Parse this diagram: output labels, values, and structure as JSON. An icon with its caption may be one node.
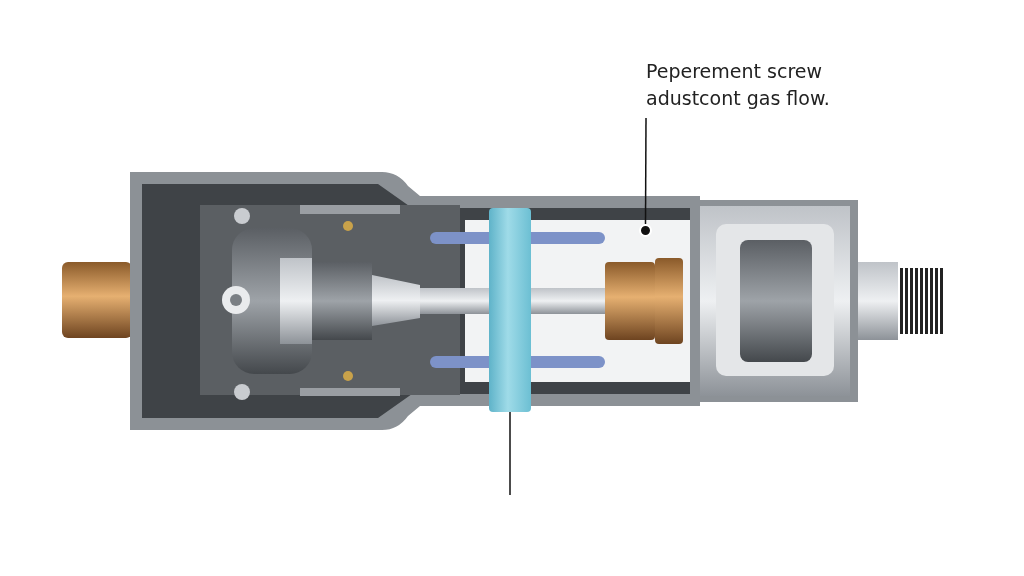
{
  "diagram": {
    "nodes": [
      {
        "text": [
          "Peperement screw adustcont gas flow."
        ]
      },
      {
        "text": [],
        "shape": "circle"
      },
      {
        "text": [],
        "shape": "bar"
      }
    ],
    "edges": [
      {
        "from": 0,
        "to": 1,
        "arrow": "none"
      },
      {
        "from": 2,
        "to": null,
        "arrow": "none"
      }
    ]
  }
}
